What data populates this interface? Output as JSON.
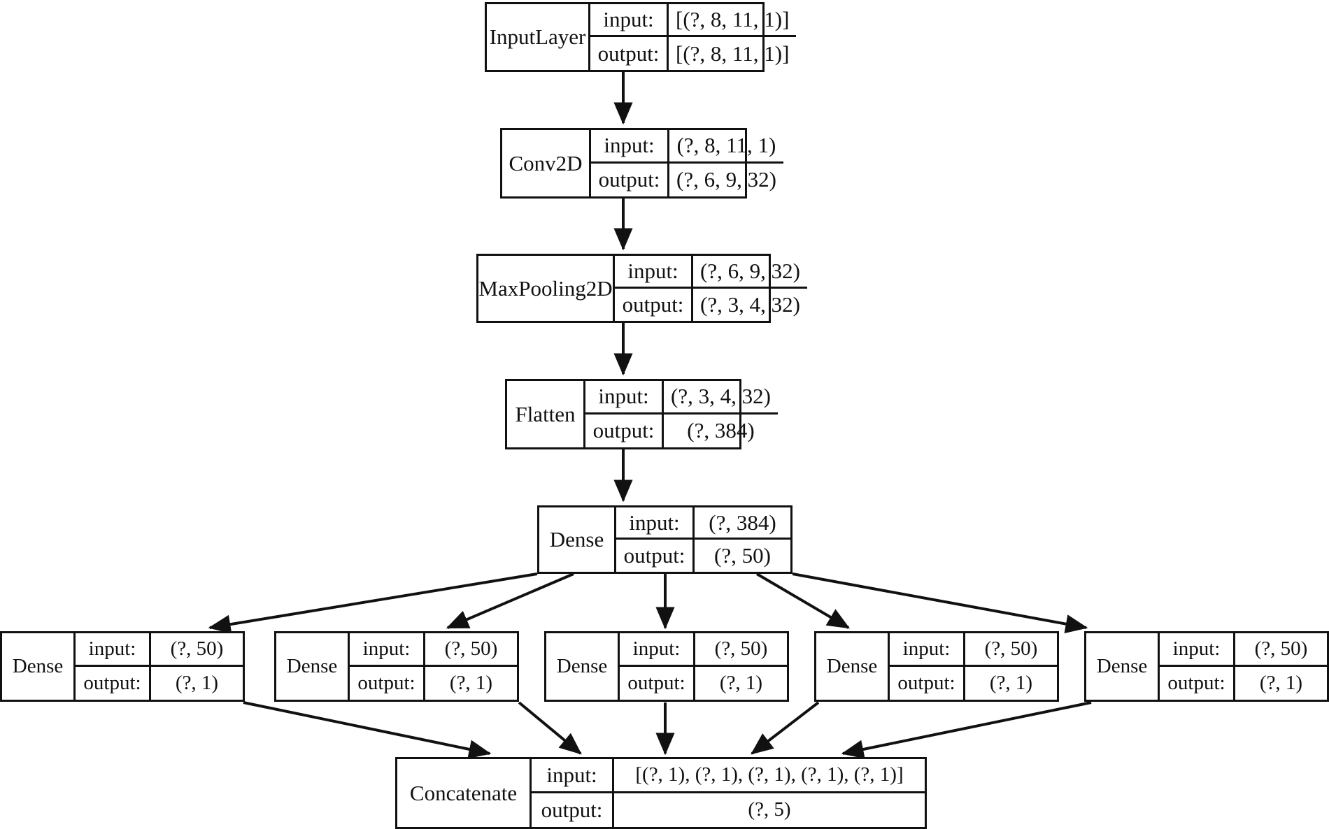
{
  "diagram": {
    "title": "Keras model architecture graph",
    "io_labels": {
      "input": "input:",
      "output": "output:"
    },
    "colors": {
      "stroke": "#111111",
      "background": "#ffffff"
    },
    "nodes": [
      {
        "id": "input-layer",
        "name": "InputLayer",
        "input": "[(?, 8, 11, 1)]",
        "output": "[(?, 8, 11, 1)]"
      },
      {
        "id": "conv2d",
        "name": "Conv2D",
        "input": "(?, 8, 11, 1)",
        "output": "(?, 6, 9, 32)"
      },
      {
        "id": "maxpooling2d",
        "name": "MaxPooling2D",
        "input": "(?, 6, 9, 32)",
        "output": "(?, 3, 4, 32)"
      },
      {
        "id": "flatten",
        "name": "Flatten",
        "input": "(?, 3, 4, 32)",
        "output": "(?, 384)"
      },
      {
        "id": "dense-main",
        "name": "Dense",
        "input": "(?, 384)",
        "output": "(?, 50)"
      },
      {
        "id": "dense-0",
        "name": "Dense",
        "input": "(?, 50)",
        "output": "(?, 1)"
      },
      {
        "id": "dense-1",
        "name": "Dense",
        "input": "(?, 50)",
        "output": "(?, 1)"
      },
      {
        "id": "dense-2",
        "name": "Dense",
        "input": "(?, 50)",
        "output": "(?, 1)"
      },
      {
        "id": "dense-3",
        "name": "Dense",
        "input": "(?, 50)",
        "output": "(?, 1)"
      },
      {
        "id": "dense-4",
        "name": "Dense",
        "input": "(?, 50)",
        "output": "(?, 1)"
      },
      {
        "id": "concatenate",
        "name": "Concatenate",
        "input": "[(?, 1), (?, 1), (?, 1), (?, 1), (?, 1)]",
        "output": "(?, 5)"
      }
    ],
    "edges": [
      {
        "from": "input-layer",
        "to": "conv2d"
      },
      {
        "from": "conv2d",
        "to": "maxpooling2d"
      },
      {
        "from": "maxpooling2d",
        "to": "flatten"
      },
      {
        "from": "flatten",
        "to": "dense-main"
      },
      {
        "from": "dense-main",
        "to": "dense-0"
      },
      {
        "from": "dense-main",
        "to": "dense-1"
      },
      {
        "from": "dense-main",
        "to": "dense-2"
      },
      {
        "from": "dense-main",
        "to": "dense-3"
      },
      {
        "from": "dense-main",
        "to": "dense-4"
      },
      {
        "from": "dense-0",
        "to": "concatenate"
      },
      {
        "from": "dense-1",
        "to": "concatenate"
      },
      {
        "from": "dense-2",
        "to": "concatenate"
      },
      {
        "from": "dense-3",
        "to": "concatenate"
      },
      {
        "from": "dense-4",
        "to": "concatenate"
      }
    ]
  }
}
